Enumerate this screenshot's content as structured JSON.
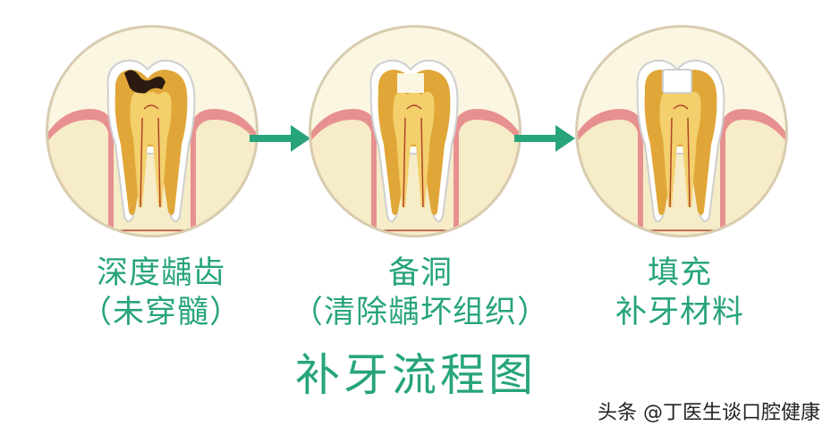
{
  "colors": {
    "accent_green": "#27a47c",
    "circle_bg": "#fbf6e2",
    "gum_pink": "#e79090",
    "bone": "#f6ecc8",
    "dentin": "#e0a738",
    "pulp": "#f3d06c",
    "enamel": "#ffffff",
    "decay": "#2a1a10"
  },
  "steps": [
    {
      "icon": "tooth-deep-caries-icon",
      "caption_line1": "深度龋齿",
      "caption_line2": "（未穿髓）"
    },
    {
      "icon": "tooth-prepared-cavity-icon",
      "caption_line1": "备洞",
      "caption_line2": "（清除龋坏组织）"
    },
    {
      "icon": "tooth-filled-icon",
      "caption_line1": "填充",
      "caption_line2": "补牙材料"
    }
  ],
  "arrows": [
    "arrow-right-icon",
    "arrow-right-icon"
  ],
  "title": "补牙流程图",
  "watermark": "头条 @丁医生谈口腔健康"
}
